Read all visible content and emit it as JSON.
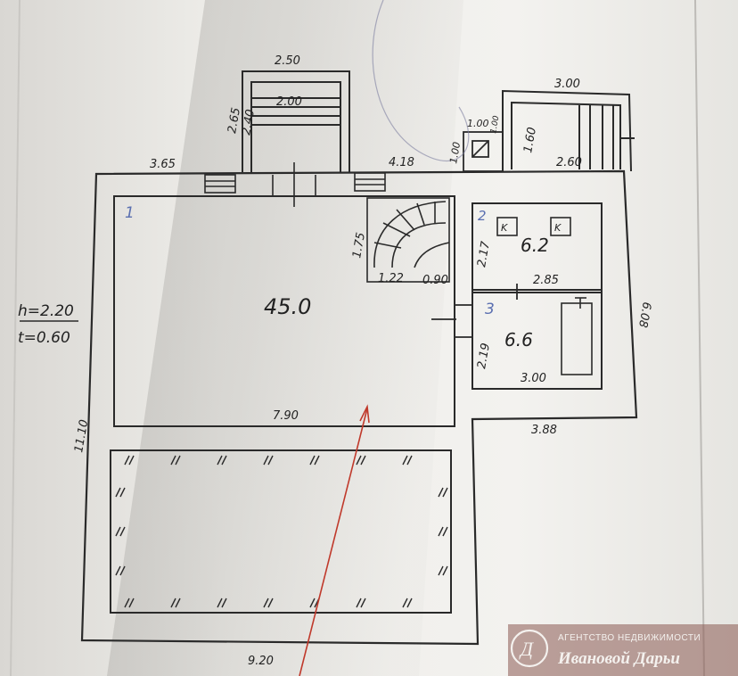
{
  "plan": {
    "rooms": [
      {
        "number": "1",
        "area": "45.0"
      },
      {
        "number": "2",
        "area": "6.2"
      },
      {
        "number": "3",
        "area": "6.6"
      }
    ],
    "dims": {
      "top_left": "3.65",
      "top_middle": "4.18",
      "porch_width": "2.50",
      "porch_inner": "2.00",
      "porch_depth": "2.65",
      "porch_depth_inner": "2.40",
      "room1_width": "7.90",
      "stair_height": "1.75",
      "stair_width": "1.22",
      "stair_gap": "0.90",
      "room2_height": "2.17",
      "room2_width": "2.85",
      "room3_height": "2.19",
      "room3_width": "3.00",
      "right_height": "6.08",
      "right_bottom": "3.88",
      "left_height": "11.10",
      "bottom_width": "9.20",
      "annex_width": "3.00",
      "annex_depth": "1.60",
      "annex_inner": "2.60",
      "vent_width": "1.00",
      "vent_height": "1.00",
      "vent_inner": "1.00"
    },
    "height_h": "h=2.20",
    "thickness_t": "t=0.60",
    "stove_mark": "K"
  },
  "watermark": {
    "line1": "АГЕНТСТВО НЕДВИЖИМОСТИ",
    "line2": "Ивановой Дарьи",
    "logo_letter": "Д"
  }
}
